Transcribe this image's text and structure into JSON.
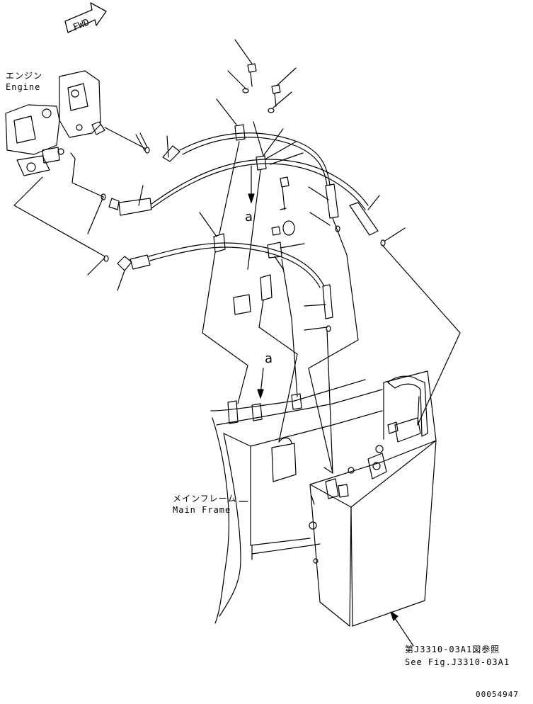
{
  "fwd_label": "FWD",
  "labels": {
    "engine_jp": "エンジン",
    "engine_en": "Engine",
    "main_frame_jp": "メインフレーム",
    "main_frame_en": "Main Frame",
    "see_fig_jp": "第J3310-03A1図参照",
    "see_fig_en": "See Fig.J3310-03A1",
    "view_a_top": "a",
    "view_a_mid": "a",
    "drawing_number": "00054947"
  },
  "colors": {
    "line": "#000000",
    "background": "#ffffff"
  }
}
